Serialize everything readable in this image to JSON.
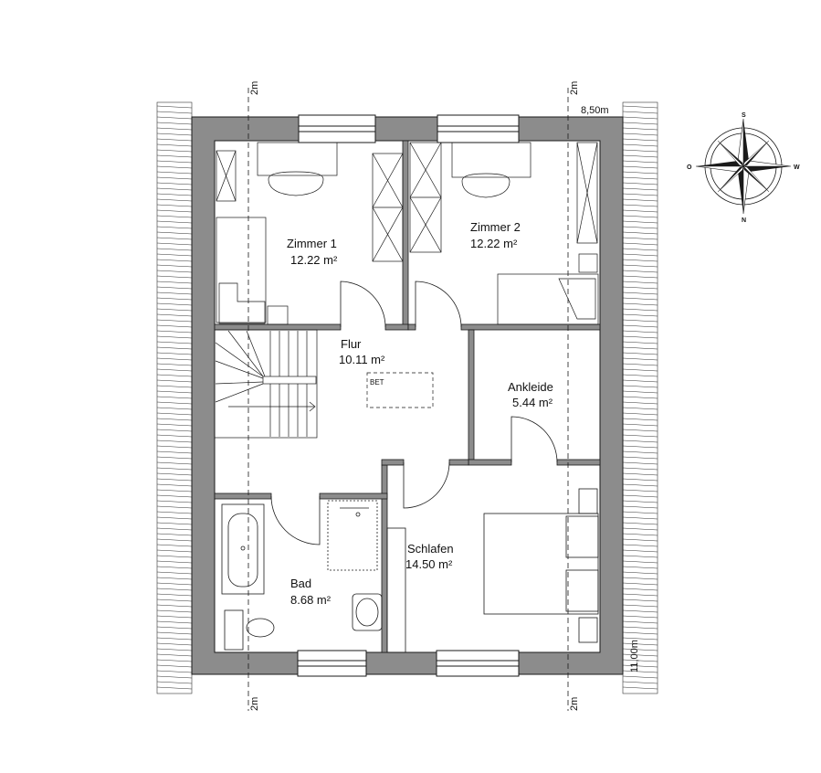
{
  "plan": {
    "dimensions": {
      "width_label": "8,50m",
      "height_label": "11,00m",
      "knee_wall_label": "2m"
    },
    "rooms": [
      {
        "id": "zimmer-1",
        "name": "Zimmer 1",
        "area": "12.22 m²"
      },
      {
        "id": "zimmer-2",
        "name": "Zimmer 2",
        "area": "12.22 m²"
      },
      {
        "id": "flur",
        "name": "Flur",
        "area": "10.11 m²"
      },
      {
        "id": "ankleide",
        "name": "Ankleide",
        "area": "5.44 m²"
      },
      {
        "id": "schlafen",
        "name": "Schlafen",
        "area": "14.50 m²"
      },
      {
        "id": "bad",
        "name": "Bad",
        "area": "8.68 m²"
      }
    ],
    "bet_label": "BET",
    "compass": {
      "top": "S",
      "bottom": "N",
      "left": "O",
      "right": "W"
    },
    "colors": {
      "wall": "#8c8c8c",
      "line": "#1a1a1a"
    }
  }
}
